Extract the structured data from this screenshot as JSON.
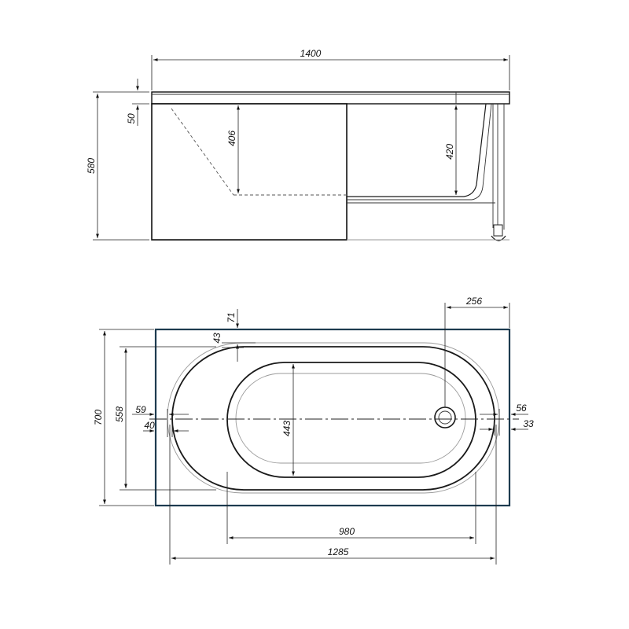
{
  "side_view": {
    "dimensions": {
      "total_length": "1400",
      "total_height": "580",
      "rim_thickness": "50",
      "depth_left": "406",
      "depth_right": "420"
    }
  },
  "top_view": {
    "dimensions": {
      "overall_width": "700",
      "inner_width": "558",
      "bowl_width": "443",
      "bowl_length": "980",
      "inner_length": "1285",
      "drain_offset": "256",
      "rim_top_a": "71",
      "rim_top_b": "43",
      "left_a": "59",
      "left_b": "40",
      "right_a": "56",
      "right_b": "33"
    }
  },
  "colors": {
    "frame": "#1d3b4f",
    "line": "#1a1a1a"
  }
}
